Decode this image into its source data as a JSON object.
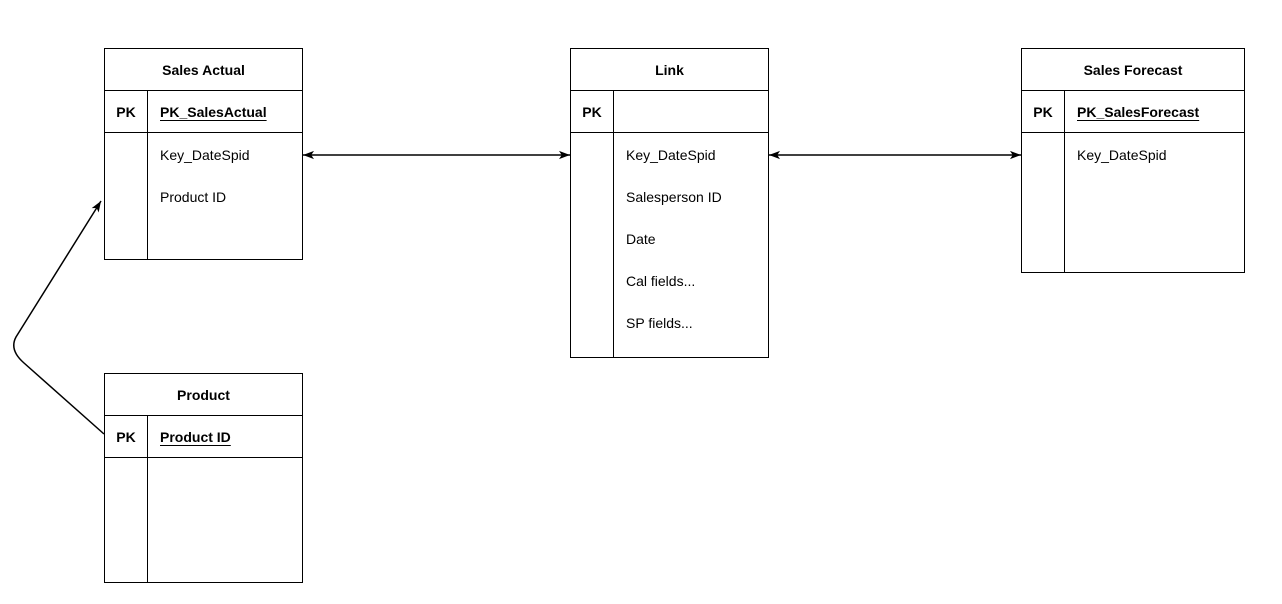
{
  "diagram": {
    "background_color": "#ffffff",
    "line_color": "#000000",
    "text_color": "#000000",
    "tables": {
      "sales_actual": {
        "title": "Sales Actual",
        "pk_label": "PK",
        "pk_field": "PK_SalesActual",
        "fields": [
          "Key_DateSpid",
          "Product ID"
        ]
      },
      "link": {
        "title": "Link",
        "pk_label": "PK",
        "pk_field": "",
        "fields": [
          "Key_DateSpid",
          "Salesperson ID",
          "Date",
          "Cal fields...",
          "SP fields..."
        ]
      },
      "sales_forecast": {
        "title": "Sales Forecast",
        "pk_label": "PK",
        "pk_field": "PK_SalesForecast",
        "fields": [
          "Key_DateSpid"
        ]
      },
      "product": {
        "title": "Product",
        "pk_label": "PK",
        "pk_field": "Product ID",
        "fields": []
      }
    },
    "connectors": [
      {
        "from": "Sales Actual",
        "to": "Link",
        "style": "double-arrow"
      },
      {
        "from": "Link",
        "to": "Sales Forecast",
        "style": "double-arrow"
      },
      {
        "from": "Product",
        "to": "Sales Actual",
        "style": "single-arrow-bent"
      }
    ]
  }
}
